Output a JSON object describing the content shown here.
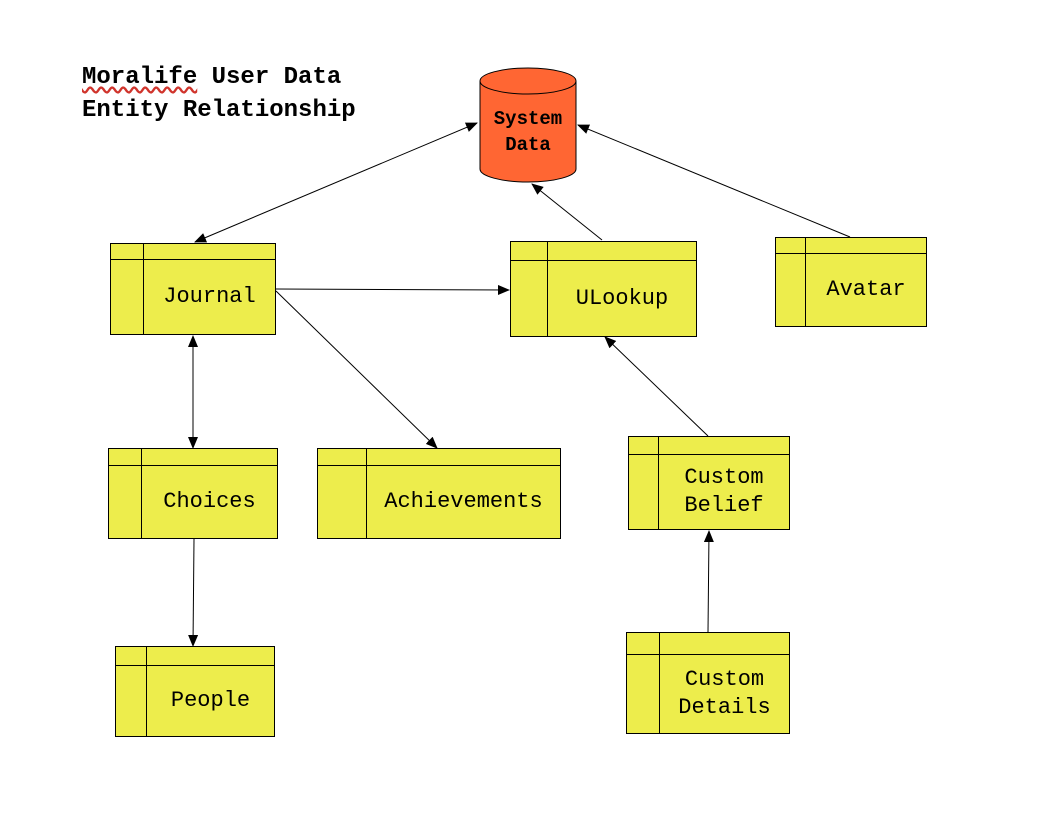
{
  "title": {
    "line1_word1": "Moralife",
    "line1_rest": " User Data",
    "line2": "Entity Relationship"
  },
  "database": {
    "label_line1": "System",
    "label_line2": "Data",
    "color": "#ff6633"
  },
  "entity_color": "#eded4c",
  "entities": {
    "journal": {
      "label": "Journal"
    },
    "ulookup": {
      "label": "ULookup"
    },
    "avatar": {
      "label": "Avatar"
    },
    "choices": {
      "label": "Choices"
    },
    "achievements": {
      "label": "Achievements"
    },
    "custom_belief": {
      "label_line1": "Custom",
      "label_line2": "Belief"
    },
    "people": {
      "label": "People"
    },
    "custom_details": {
      "label_line1": "Custom",
      "label_line2": "Details"
    }
  },
  "relationships": [
    {
      "from": "Journal",
      "to": "System Data",
      "arrows": "both"
    },
    {
      "from": "ULookup",
      "to": "System Data",
      "arrows": "end"
    },
    {
      "from": "Avatar",
      "to": "System Data",
      "arrows": "end"
    },
    {
      "from": "Journal",
      "to": "ULookup",
      "arrows": "end"
    },
    {
      "from": "Journal",
      "to": "Achievements",
      "arrows": "end"
    },
    {
      "from": "Journal",
      "to": "Choices",
      "arrows": "both"
    },
    {
      "from": "Choices",
      "to": "People",
      "arrows": "end"
    },
    {
      "from": "Custom Belief",
      "to": "ULookup",
      "arrows": "end"
    },
    {
      "from": "Custom Details",
      "to": "Custom Belief",
      "arrows": "end"
    }
  ]
}
